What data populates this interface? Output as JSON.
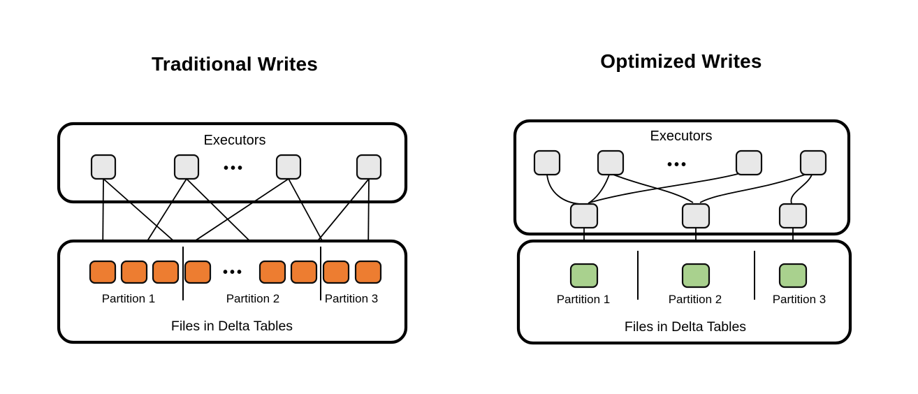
{
  "icons": {
    "ellipsis": "•••"
  },
  "colors": {
    "background": "#ffffff",
    "container_fill": "#ffffff",
    "container_border": "#000000",
    "executor_fill": "#e8e8e8",
    "node_border": "#0d0d0d",
    "file_orange": "#ed7d31",
    "file_green": "#a9d18e",
    "connector": "#000000",
    "text": "#000000"
  },
  "traditional": {
    "title": "Traditional Writes",
    "executors": {
      "label": "Executors",
      "count": 4
    },
    "files": {
      "label": "Files in Delta Tables",
      "file_count": 8,
      "partitions": [
        "Partition 1",
        "Partition 2",
        "Partition 3"
      ]
    },
    "connections": [
      {
        "from": "executor-1",
        "to": "file-1"
      },
      {
        "from": "executor-1",
        "to": "file-4"
      },
      {
        "from": "executor-2",
        "to": "file-2"
      },
      {
        "from": "executor-2",
        "to": "file-5"
      },
      {
        "from": "executor-3",
        "to": "file-3"
      },
      {
        "from": "executor-3",
        "to": "file-7"
      },
      {
        "from": "executor-4",
        "to": "file-6"
      },
      {
        "from": "executor-4",
        "to": "file-8"
      }
    ]
  },
  "optimized": {
    "title": "Optimized Writes",
    "executors": {
      "label": "Executors",
      "map_task_count": 4,
      "shuffle_task_count": 3
    },
    "files": {
      "label": "Files in Delta Tables",
      "file_count": 3,
      "partitions": [
        "Partition 1",
        "Partition 2",
        "Partition 3"
      ]
    },
    "connections": [
      {
        "from": "executor-1",
        "to": "shuffle-task-1"
      },
      {
        "from": "executor-2",
        "to": "shuffle-task-1"
      },
      {
        "from": "executor-2",
        "to": "shuffle-task-2"
      },
      {
        "from": "executor-3",
        "to": "shuffle-task-1"
      },
      {
        "from": "executor-4",
        "to": "shuffle-task-2"
      },
      {
        "from": "executor-4",
        "to": "shuffle-task-3"
      },
      {
        "from": "shuffle-task-1",
        "to": "file-1"
      },
      {
        "from": "shuffle-task-2",
        "to": "file-2"
      },
      {
        "from": "shuffle-task-3",
        "to": "file-3"
      }
    ]
  }
}
